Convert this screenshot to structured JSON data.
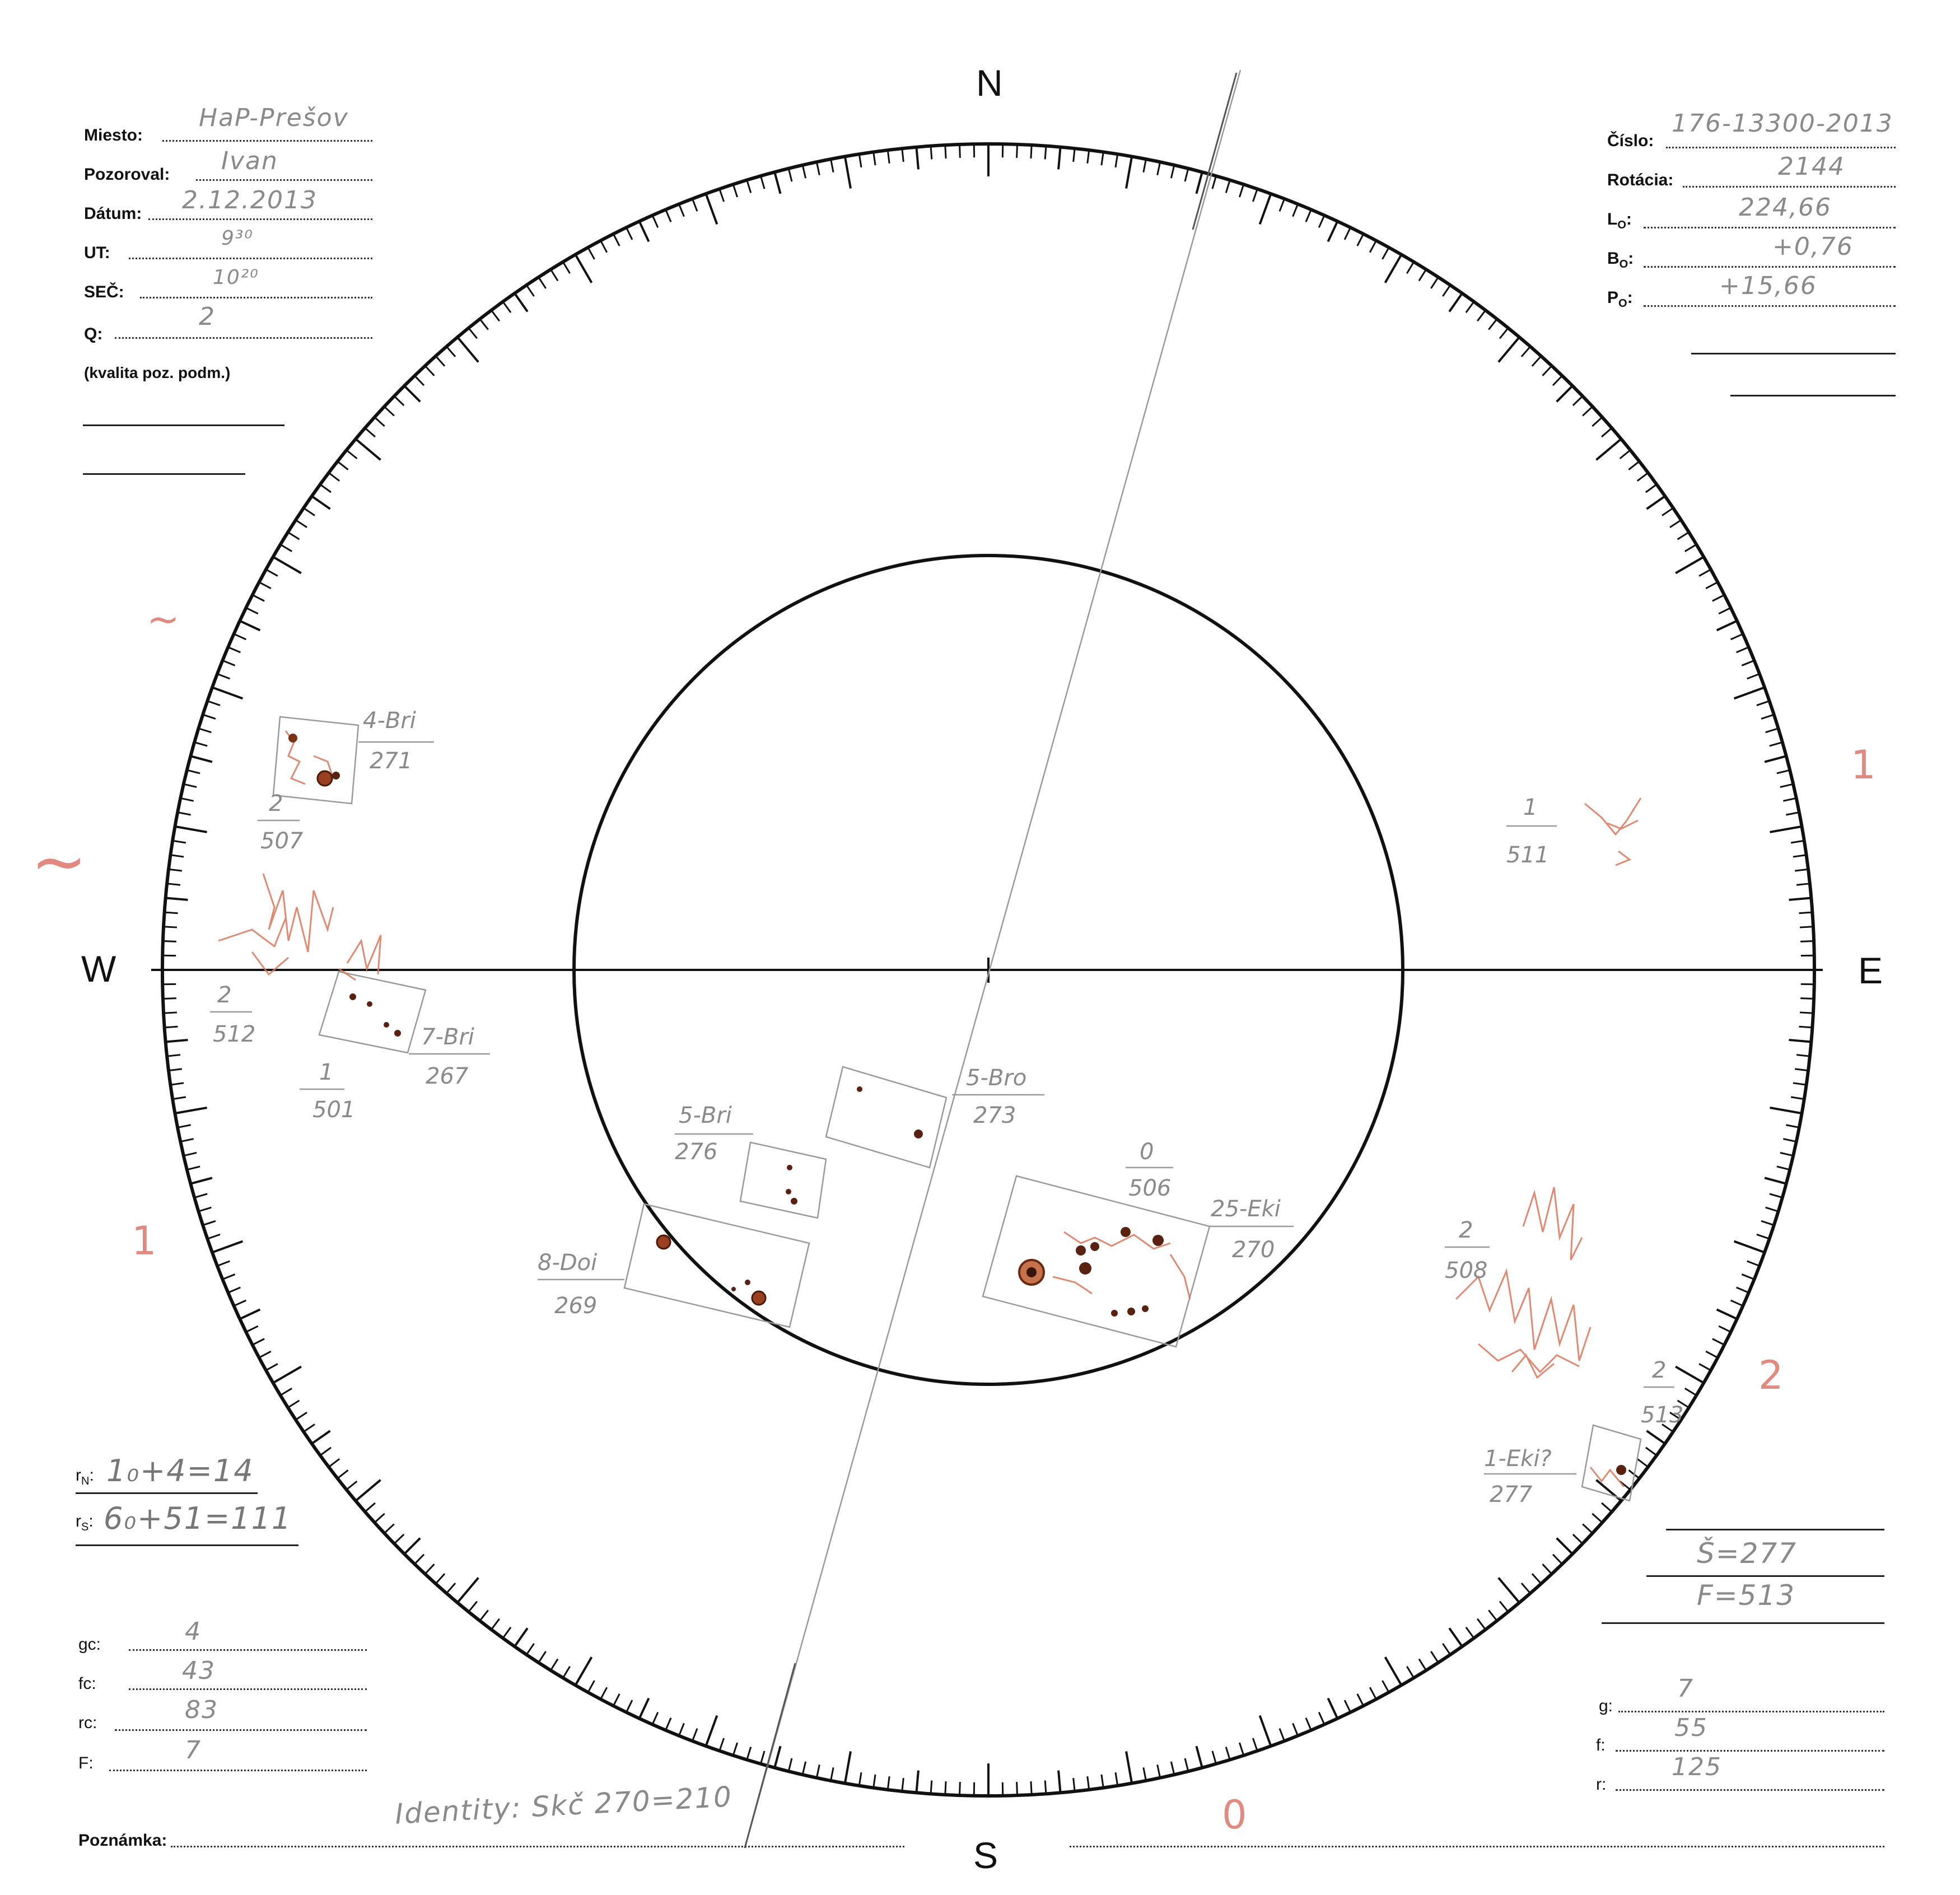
{
  "compass": {
    "north": "N",
    "south": "S",
    "west": "W",
    "east": "E"
  },
  "header_left": {
    "miesto_label": "Miesto:",
    "miesto_value": "HaP-Prešov",
    "pozoroval_label": "Pozoroval:",
    "pozoroval_value": "Ivan",
    "datum_label": "Dátum:",
    "datum_value": "2.12.2013",
    "ut_label": "UT:",
    "ut_value": "9³⁰",
    "sec_label": "SEČ:",
    "sec_value": "10²⁰",
    "q_label": "Q:",
    "q_value": "2",
    "quality_note": "(kvalita poz. podm.)"
  },
  "header_right": {
    "cislo_label": "Číslo:",
    "cislo_value": "176-13300-2013",
    "rotacia_label": "Rotácia:",
    "rotacia_value": "2144",
    "lo_label": "L",
    "lo_sub": "O",
    "lo_value": "224,66",
    "bo_label": "B",
    "bo_sub": "O",
    "bo_value": "+0,76",
    "po_label": "P",
    "po_sub": "O",
    "po_value": "+15,66"
  },
  "r_counts": {
    "rn_label": "r",
    "rn_sub": "N",
    "rn_value": "1₀+4=14",
    "rs_label": "r",
    "rs_sub": "S",
    "rs_value": "6₀+51=111"
  },
  "bottom_left": {
    "gc_label": "gc:",
    "gc_value": "4",
    "fc_label": "fc:",
    "fc_value": "43",
    "rc_label": "rc:",
    "rc_value": "83",
    "F_label": "F:",
    "F_value": "7"
  },
  "bottom_right": {
    "s_value": "Š=277",
    "f_value": "F=513",
    "g_label": "g:",
    "g_value": "7",
    "f_label": "f:",
    "f_value2": "55",
    "r_label": "r:",
    "r_value": "125"
  },
  "poznamka": {
    "label": "Poznámka:",
    "value": "Identity: Skč 270=210"
  },
  "margin_marks": {
    "left_upper": "~",
    "left_mid": "~",
    "left_lower": "1",
    "right_upper": "1",
    "right_lower": "2",
    "bottom": "0"
  },
  "groups": [
    {
      "id": "g-4bri",
      "label": "4-Bri",
      "number": "271"
    },
    {
      "id": "g-507",
      "label": "2",
      "number": "507"
    },
    {
      "id": "g-512",
      "label": "2",
      "number": "512"
    },
    {
      "id": "g-7bri",
      "label": "7-Bri",
      "number": "267"
    },
    {
      "id": "g-501",
      "label": "1",
      "number": "501"
    },
    {
      "id": "g-5bro",
      "label": "5-Bro",
      "number": "273"
    },
    {
      "id": "g-5bri",
      "label": "5-Bri",
      "number": "276"
    },
    {
      "id": "g-8doi",
      "label": "8-Doi",
      "number": "269"
    },
    {
      "id": "g-506",
      "label": "0",
      "number": "506"
    },
    {
      "id": "g-25eki",
      "label": "25-Eki",
      "number": "270"
    },
    {
      "id": "g-511",
      "label": "1",
      "number": "511"
    },
    {
      "id": "g-508",
      "label": "2",
      "number": "508"
    },
    {
      "id": "g-513",
      "label": "2",
      "number": "513"
    },
    {
      "id": "g-1eki",
      "label": "1-Eki?",
      "number": "277"
    }
  ]
}
